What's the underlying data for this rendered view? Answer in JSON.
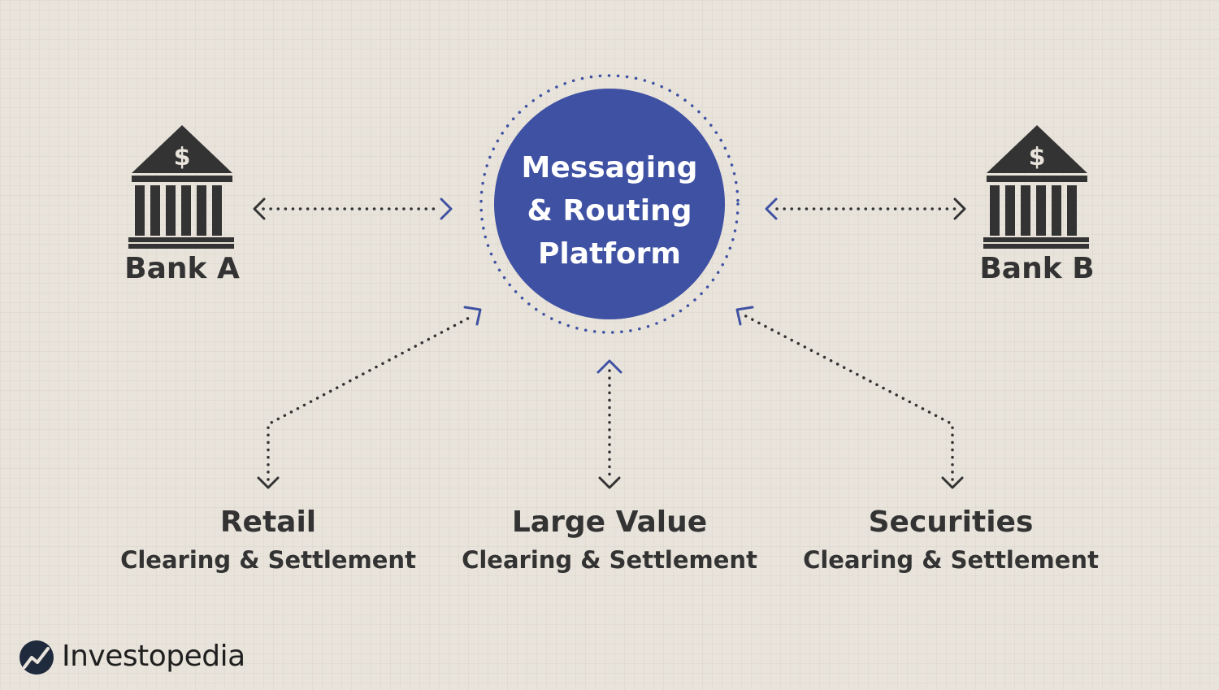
{
  "center": {
    "lines": [
      "Messaging",
      "& Routing",
      "Platform"
    ]
  },
  "bank_a": {
    "label": "Bank A",
    "symbol": "$"
  },
  "bank_b": {
    "label": "Bank B",
    "symbol": "$"
  },
  "nodes": [
    {
      "title": "Retail",
      "subtitle": "Clearing & Settlement"
    },
    {
      "title": "Large Value",
      "subtitle": "Clearing & Settlement"
    },
    {
      "title": "Securities",
      "subtitle": "Clearing & Settlement"
    }
  ],
  "brand": {
    "name": "Investopedia"
  },
  "colors": {
    "accent": "#3f51a3",
    "dark": "#333333",
    "background": "#e9e4db"
  }
}
